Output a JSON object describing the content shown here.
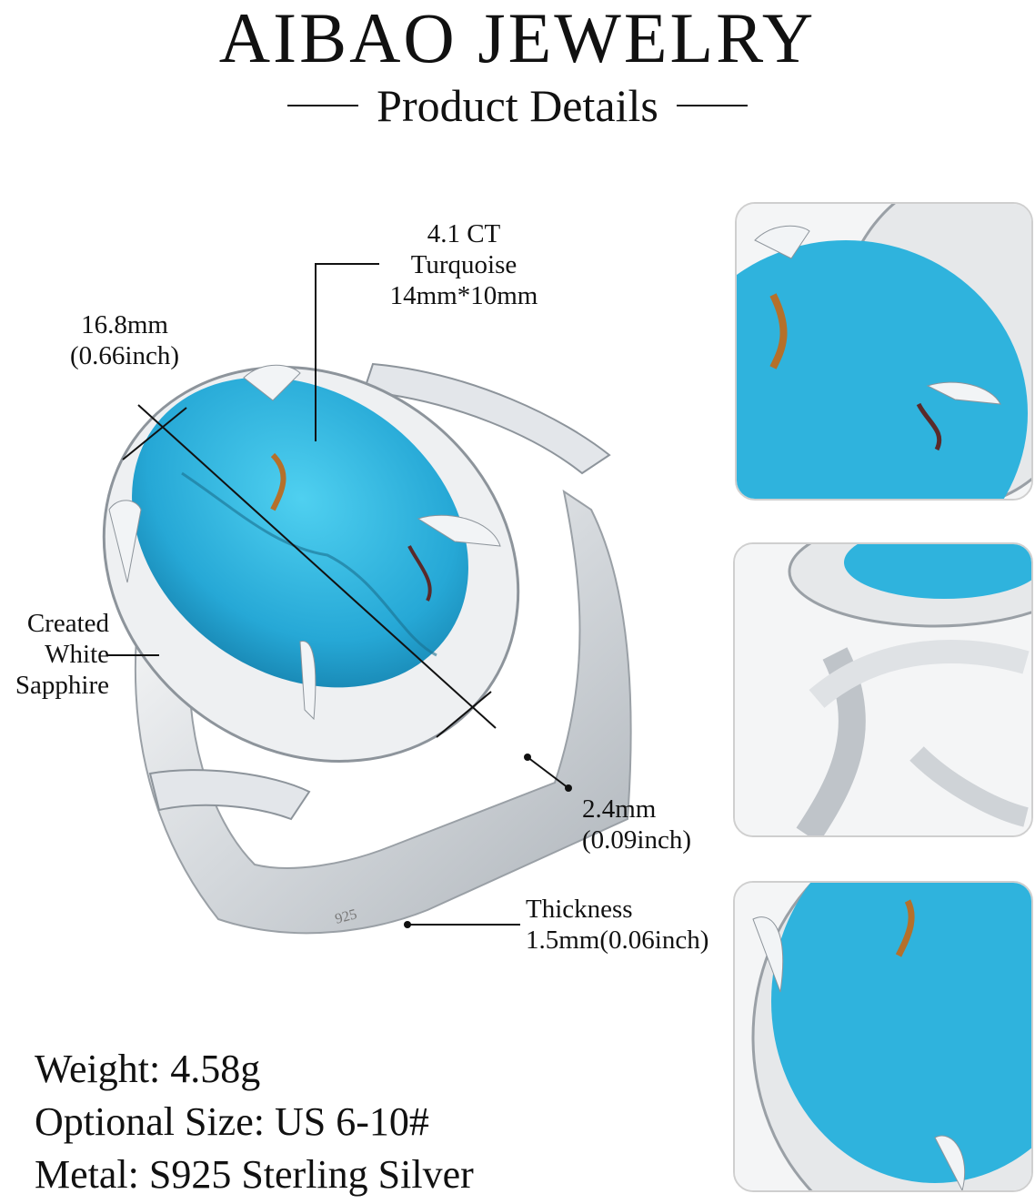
{
  "brand": "AIBAO JEWELRY",
  "subtitle": "Product Details",
  "annotations": {
    "stone": {
      "carat": "4.1 CT",
      "name": "Turquoise",
      "size": "14mm*10mm"
    },
    "width": {
      "mm": "16.8mm",
      "inch": "(0.66inch)"
    },
    "accent": {
      "line1": "Created",
      "line2": "White",
      "line3": "Sapphire"
    },
    "band": {
      "mm": "2.4mm",
      "inch": "(0.09inch)"
    },
    "thickness": {
      "label": "Thickness",
      "value": "1.5mm(0.06inch)"
    },
    "stamp": "925"
  },
  "specs": {
    "weight": "Weight: 4.58g",
    "size": "Optional Size:  US 6-10#",
    "metal": "Metal:  S925 Sterling Silver"
  },
  "colors": {
    "turquoise": "#2bb3dc",
    "silver": "#e6e9ec",
    "matrix": "#7a5a2e"
  }
}
